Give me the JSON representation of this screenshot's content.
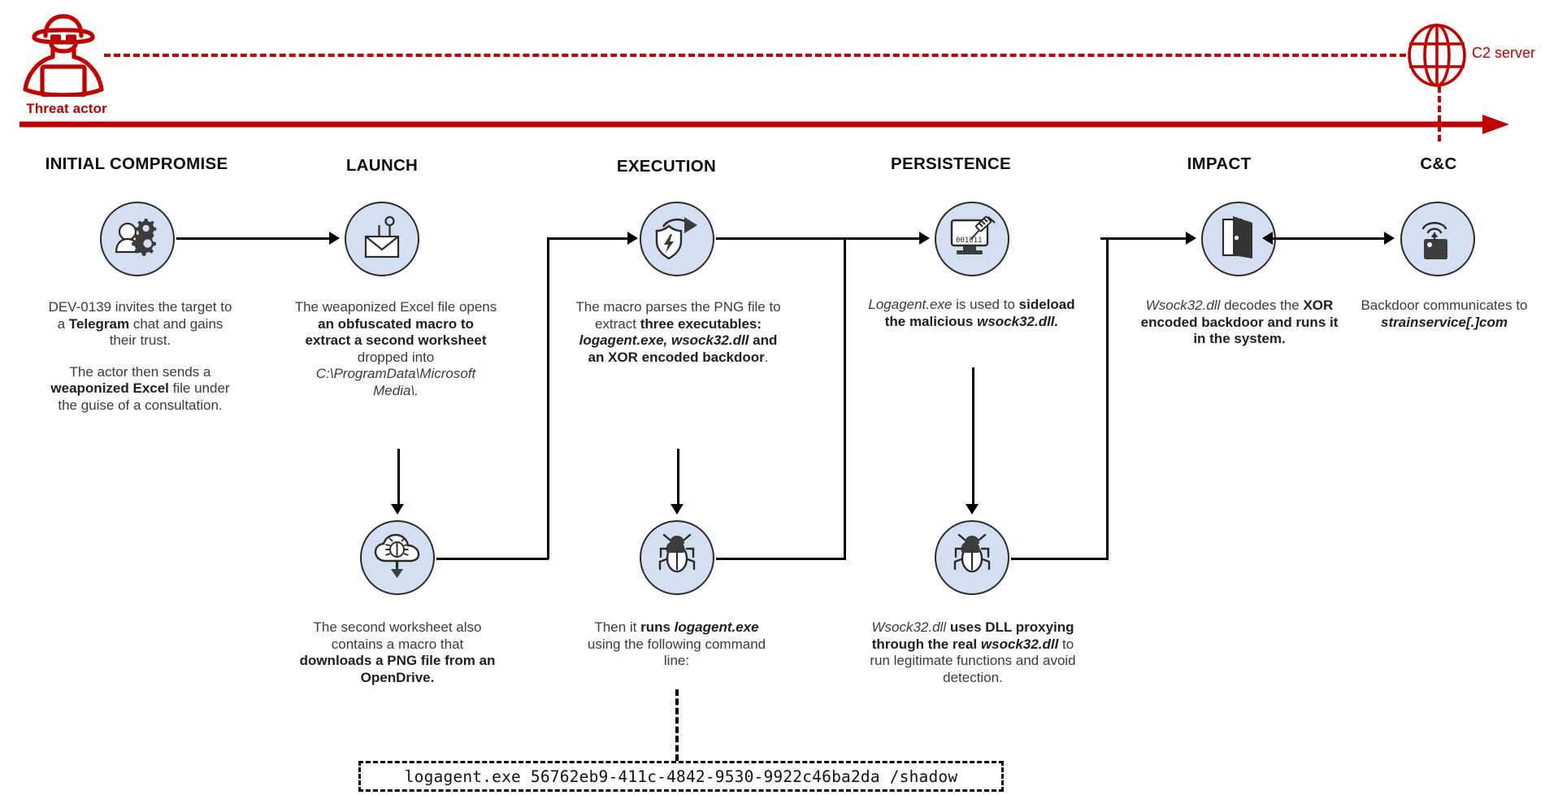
{
  "topbar": {
    "threat_actor_label": "Threat actor",
    "c2_label": "C2 server",
    "threat_actor_icon": "hacker-icon",
    "c2_icon": "globe-icon",
    "accent_color": "#c00000"
  },
  "theme": {
    "node_fill": "#d4dff2",
    "node_stroke": "#2b2b2b",
    "connector_color": "#000000",
    "text_color": "#3b3b3b"
  },
  "stages": [
    {
      "id": "initial-compromise",
      "title": "INITIAL COMPROMISE",
      "icon": "user-gears-icon"
    },
    {
      "id": "launch",
      "title": "LAUNCH",
      "icon": "phishing-email-icon"
    },
    {
      "id": "execution",
      "title": "EXECUTION",
      "icon": "shield-bolt-run-icon"
    },
    {
      "id": "persistence",
      "title": "PERSISTENCE",
      "icon": "monitor-syringe-icon"
    },
    {
      "id": "impact",
      "title": "IMPACT",
      "icon": "open-door-icon"
    },
    {
      "id": "cc",
      "title": "C&C",
      "icon": "wifi-device-icon"
    }
  ],
  "top_blurbs": {
    "initial_compromise": {
      "p1": [
        {
          "t": "DEV-0139 invites the target to a ",
          "s": "n"
        },
        {
          "t": "Telegram",
          "s": "b"
        },
        {
          "t": " chat and gains their trust.",
          "s": "n"
        }
      ],
      "p2": [
        {
          "t": "The actor then sends a ",
          "s": "n"
        },
        {
          "t": "weaponized Excel",
          "s": "b"
        },
        {
          "t": " file under the guise of a consultation.",
          "s": "n"
        }
      ]
    },
    "launch": {
      "p1": [
        {
          "t": "The weaponized Excel file opens ",
          "s": "n"
        },
        {
          "t": "an obfuscated macro to extract a second worksheet",
          "s": "b"
        },
        {
          "t": " dropped into ",
          "s": "n"
        },
        {
          "t": "C:\\ProgramData\\Microsoft Media\\.",
          "s": "i"
        }
      ]
    },
    "execution": {
      "p1": [
        {
          "t": "The macro parses the PNG file to extract ",
          "s": "n"
        },
        {
          "t": "three executables: ",
          "s": "b"
        },
        {
          "t": "logagent.exe, wsock32.dll",
          "s": "bi"
        },
        {
          "t": " and an XOR encoded backdoor",
          "s": "b"
        },
        {
          "t": ".",
          "s": "n"
        }
      ]
    },
    "persistence": {
      "p1": [
        {
          "t": "Logagent.exe",
          "s": "i"
        },
        {
          "t": " is used to ",
          "s": "n"
        },
        {
          "t": "sideload the malicious ",
          "s": "b"
        },
        {
          "t": "wsock32.dll.",
          "s": "bi"
        }
      ]
    },
    "impact": {
      "p1": [
        {
          "t": "Wsock32.dll",
          "s": "i"
        },
        {
          "t": " decodes the ",
          "s": "n"
        },
        {
          "t": "XOR encoded backdoor",
          "s": "b"
        },
        {
          "t": " ",
          "s": "n"
        },
        {
          "t": "and runs it in the system.",
          "s": "b"
        }
      ]
    },
    "cc": {
      "p1": [
        {
          "t": "Backdoor communicates to ",
          "s": "n"
        },
        {
          "t": "strainservice[.]com",
          "s": "bi"
        }
      ]
    }
  },
  "bottom_nodes": [
    {
      "id": "download-png",
      "icon": "cloud-bug-download-icon"
    },
    {
      "id": "run-logagent",
      "icon": "bug-icon"
    },
    {
      "id": "dll-proxying",
      "icon": "bug-icon"
    }
  ],
  "bottom_blurbs": {
    "launch": {
      "p1": [
        {
          "t": "The second worksheet also contains a macro that ",
          "s": "n"
        },
        {
          "t": "downloads a PNG file from an OpenDrive.",
          "s": "b"
        }
      ]
    },
    "execution": {
      "p1": [
        {
          "t": "Then it ",
          "s": "n"
        },
        {
          "t": "runs ",
          "s": "b"
        },
        {
          "t": "logagent.exe",
          "s": "bi"
        },
        {
          "t": " using the following command line:",
          "s": "n"
        }
      ]
    },
    "persistence": {
      "p1": [
        {
          "t": "Wsock32.dll",
          "s": "i"
        },
        {
          "t": " ",
          "s": "n"
        },
        {
          "t": "uses DLL proxying through the real ",
          "s": "b"
        },
        {
          "t": "wsock32.dll",
          "s": "bi"
        },
        {
          "t": " to run legitimate functions and avoid detection.",
          "s": "n"
        }
      ]
    }
  },
  "command_line": {
    "text": "logagent.exe 56762eb9-411c-4842-9530-9922c46ba2da /shadow"
  }
}
